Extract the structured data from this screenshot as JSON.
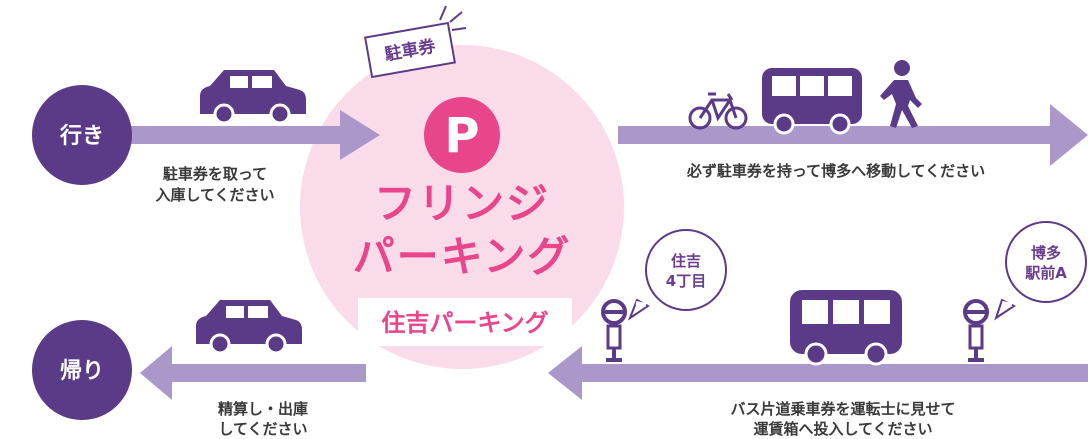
{
  "colors": {
    "purple": "#5b3a88",
    "arrow": "#a998c9",
    "pink": "#e8458b",
    "pink_bg": "#f9dbe9"
  },
  "going": {
    "label": "行き",
    "step1": [
      "駐車券を取って",
      "入庫してください"
    ],
    "step2": "必ず駐車券を持って博多へ移動してください"
  },
  "returning": {
    "label": "帰り",
    "step1": [
      "精算し・出庫",
      "してください"
    ],
    "step2": [
      "バス片道乗車券を運転士に見せて",
      "運賃箱へ投入してください"
    ]
  },
  "center": {
    "ticket": "駐車券",
    "p_sign": "P",
    "title_line1": "フリンジ",
    "title_line2": "パーキング",
    "name": "住吉パーキング"
  },
  "stops": {
    "stop1": [
      "住吉",
      "4丁目"
    ],
    "stop2": [
      "博多",
      "駅前A"
    ]
  },
  "icons": [
    "car-icon",
    "bicycle-icon",
    "bus-icon",
    "walking-person-icon",
    "bus-stop-icon"
  ]
}
